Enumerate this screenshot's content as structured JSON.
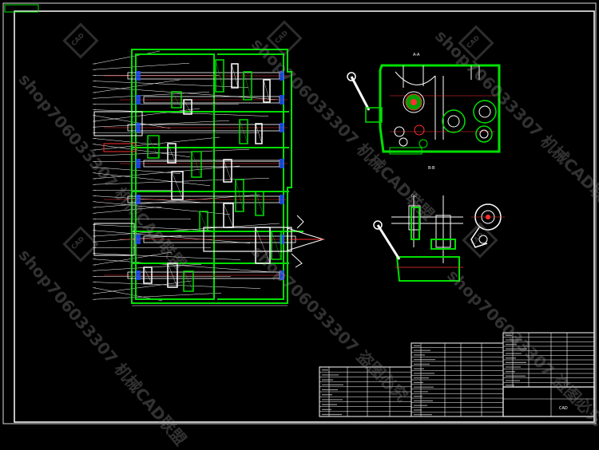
{
  "drawing": {
    "background": "#000000",
    "line_colors": {
      "housing": "#00e000",
      "frame": "#ffffff",
      "accent": "#ff3030",
      "blue": "#4060ff",
      "cyan": "#00d8d8",
      "yellow": "#ffff40"
    },
    "section_labels": [
      "A-A",
      "B-B",
      "C-C"
    ],
    "title_block_text": [
      "CAD"
    ]
  },
  "watermarks": {
    "texts": [
      "shop706033307 机械CAD联盟",
      "shop706033307 机械CAD联盟",
      "shop706033307 机械CAD联盟",
      "shop706033307 机械CAD联盟",
      "机械CAD联盟",
      "shop706033307 盗图必究",
      "shop706033307 盗图必究"
    ],
    "logo_label": "CAD"
  }
}
